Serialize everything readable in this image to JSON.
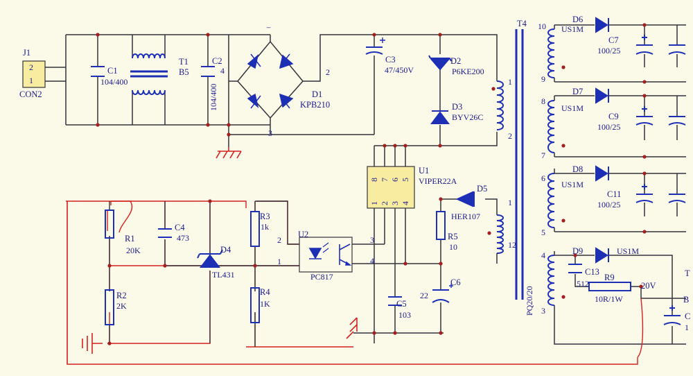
{
  "colors": {
    "background": "#fbf9e8",
    "wire": "#33333a",
    "text": "#1a1a8c",
    "component": "#1d2fb5",
    "junction": "#a32020",
    "annotation": "#d42020",
    "chip": "#f8eca0"
  },
  "j1": {
    "ref": "J1",
    "part": "CON2",
    "pin2": "2",
    "pin1": "1"
  },
  "c1": {
    "ref": "C1",
    "value": "104/400"
  },
  "t1": {
    "ref": "T1",
    "value": "B5"
  },
  "c2": {
    "ref": "C2",
    "value": "104/400",
    "extra": "4"
  },
  "d1": {
    "ref": "D1",
    "part": "KPB210",
    "pin_minus": "−",
    "pin2": "2",
    "pin3": "3"
  },
  "c3": {
    "ref": "C3",
    "value": "47/450V"
  },
  "d2": {
    "ref": "D2",
    "part": "P6KE200"
  },
  "d3": {
    "ref": "D3",
    "part": "BYV26C"
  },
  "t4": {
    "ref": "T4",
    "core": "PQ20/20",
    "pins": {
      "p1a": "1",
      "p2": "2",
      "p1b": "1",
      "p12": "12",
      "p10": "10",
      "p9": "9",
      "p8": "8",
      "p7": "7",
      "p6": "6",
      "p5": "5",
      "p4": "4",
      "p3": "3"
    }
  },
  "d6": {
    "ref": "D6",
    "part": "US1M"
  },
  "c7": {
    "ref": "C7",
    "value": "100/25"
  },
  "d7": {
    "ref": "D7",
    "part": "US1M"
  },
  "c9": {
    "ref": "C9",
    "value": "100/25"
  },
  "d8": {
    "ref": "D8",
    "part": "US1M"
  },
  "c11": {
    "ref": "C11",
    "value": "100/25"
  },
  "d9": {
    "ref": "D9",
    "part": "US1M"
  },
  "c13": {
    "ref": "C13",
    "value": "512"
  },
  "r9": {
    "ref": "R9",
    "value": "10R/1W"
  },
  "out": {
    "voltage": "20V",
    "t_partial": "T",
    "b_partial": "B",
    "c_partial": "C",
    "c_value_partial": "1"
  },
  "u1": {
    "ref": "U1",
    "part": "VIPER22A",
    "top_pins": [
      "8",
      "7",
      "6",
      "5"
    ],
    "bottom_pins": [
      "1",
      "2",
      "3",
      "4"
    ]
  },
  "d5": {
    "ref": "D5",
    "part": "HER107"
  },
  "r5": {
    "ref": "R5",
    "value": "10"
  },
  "c6": {
    "ref": "C6",
    "value": "22"
  },
  "c5": {
    "ref": "C5",
    "value": "103"
  },
  "u2": {
    "ref": "U2",
    "part": "PC817",
    "p1": "1",
    "p2": "2",
    "p3": "3",
    "p4": "4"
  },
  "r3": {
    "ref": "R3",
    "value": "1k"
  },
  "r4": {
    "ref": "R4",
    "value": "1K"
  },
  "d4": {
    "ref": "D4",
    "part": "TL431"
  },
  "c4": {
    "ref": "C4",
    "value": "473"
  },
  "r1": {
    "ref": "R1",
    "value": "20K"
  },
  "r2": {
    "ref": "R2",
    "value": "2K"
  }
}
